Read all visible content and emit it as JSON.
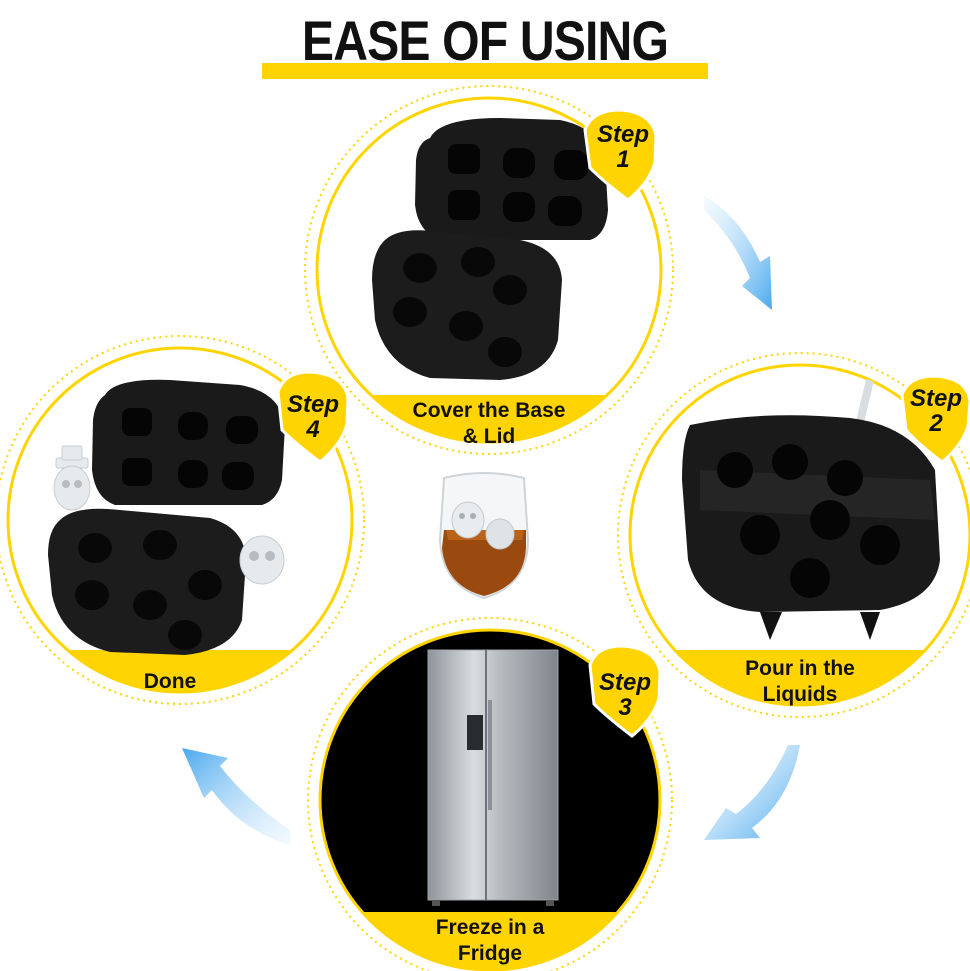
{
  "title": "EASE OF USING",
  "colors": {
    "accent": "#FFD400",
    "arrow": "#62B4F0",
    "tray": "#1a1a1a",
    "text": "#111111"
  },
  "steps": [
    {
      "word": "Step",
      "number": "1",
      "caption_line1": "Cover the Base",
      "caption_line2": "& Lid",
      "image": "ice-tray-open-icon"
    },
    {
      "word": "Step",
      "number": "2",
      "caption_line1": "Pour in the",
      "caption_line2": "Liquids",
      "image": "pouring-tray-icon"
    },
    {
      "word": "Step",
      "number": "3",
      "caption_line1": "Freeze in a",
      "caption_line2": "Fridge",
      "image": "fridge-icon"
    },
    {
      "word": "Step",
      "number": "4",
      "caption_line1": "Done",
      "caption_line2": "",
      "image": "tray-with-skull-ice-icon"
    }
  ],
  "center_image": "glass-with-skull-ice-icon",
  "arrows": [
    "arrow-1-to-2-icon",
    "arrow-2-to-3-icon",
    "arrow-4-from-3-icon"
  ]
}
